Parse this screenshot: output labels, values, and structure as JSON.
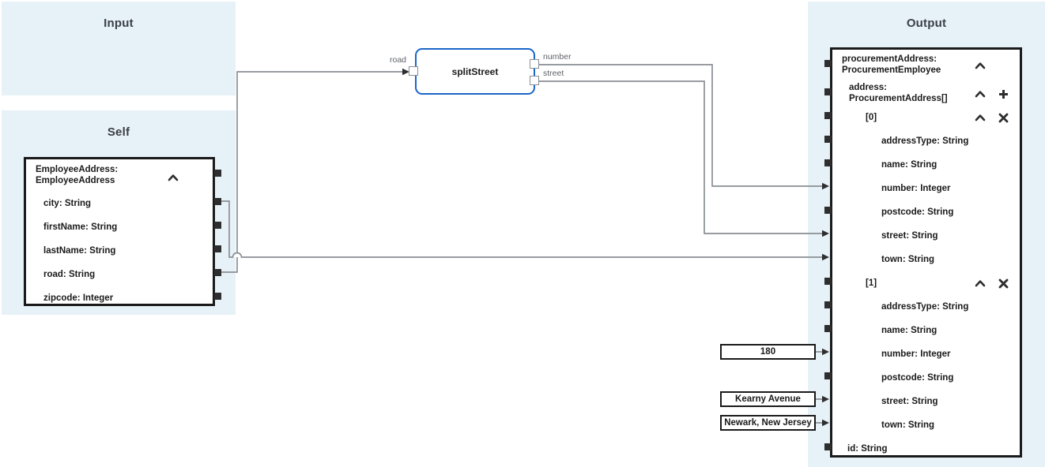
{
  "panels": {
    "input": {
      "title": "Input"
    },
    "self": {
      "title": "Self"
    },
    "output": {
      "title": "Output"
    }
  },
  "self_node": {
    "title_line1": "EmployeeAddress:",
    "title_line2": "EmployeeAddress",
    "fields": [
      "city: String",
      "firstName: String",
      "lastName: String",
      "road: String",
      "zipcode: Integer"
    ]
  },
  "function_node": {
    "title": "splitStreet",
    "input_port_label": "road",
    "output_port_labels": [
      "number",
      "street"
    ]
  },
  "constants": [
    "180",
    "Kearny Avenue",
    "Newark, New Jersey"
  ],
  "output_node": {
    "root_line1": "procurementAddress:",
    "root_line2": "ProcurementEmployee",
    "address_line1": "address:",
    "address_line2": "ProcurementAddress[]",
    "items": [
      {
        "index": "[0]",
        "fields": [
          "addressType: String",
          "name: String",
          "number: Integer",
          "postcode: String",
          "street: String",
          "town: String"
        ]
      },
      {
        "index": "[1]",
        "fields": [
          "addressType: String",
          "name: String",
          "number: Integer",
          "postcode: String",
          "street: String",
          "town: String"
        ]
      }
    ],
    "id_field": "id: String"
  },
  "colors": {
    "panel_bg": "#e7f1f8",
    "wire": "#8a8f94",
    "arrow": "#2e2e2e",
    "node_border": "#1a1a1a",
    "function_border": "#1b66c9"
  }
}
